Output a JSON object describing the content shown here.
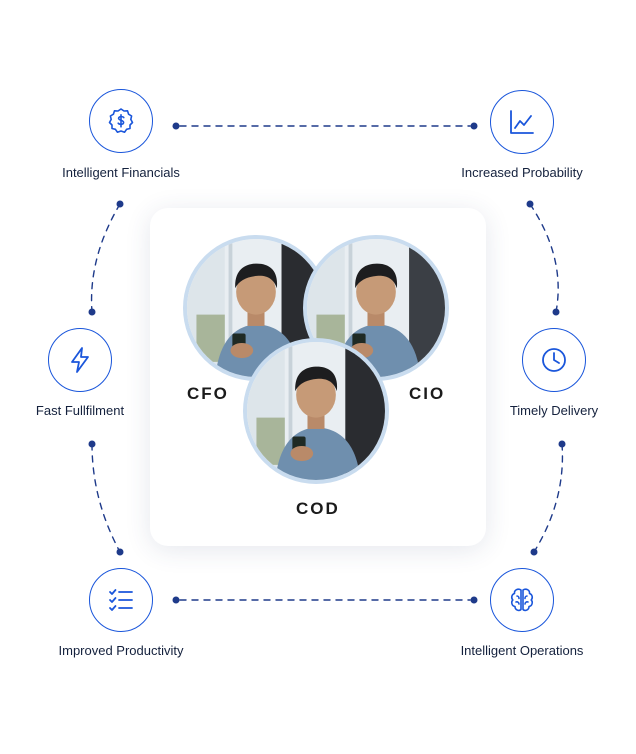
{
  "diagram": {
    "nodes": [
      {
        "id": "intelligent-financials",
        "label": "Intelligent Financials",
        "icon": "dollar-badge-icon"
      },
      {
        "id": "increased-probability",
        "label": "Increased Probability",
        "icon": "line-chart-icon"
      },
      {
        "id": "fast-fulfilment",
        "label": "Fast Fullfilment",
        "icon": "lightning-icon"
      },
      {
        "id": "timely-delivery",
        "label": "Timely Delivery",
        "icon": "clock-icon"
      },
      {
        "id": "improved-productivity",
        "label": "Improved Productivity",
        "icon": "checklist-icon"
      },
      {
        "id": "intelligent-operations",
        "label": "Intelligent Operations",
        "icon": "brain-icon"
      }
    ],
    "roles": [
      {
        "id": "cfo",
        "label": "CFO"
      },
      {
        "id": "cio",
        "label": "CIO"
      },
      {
        "id": "cod",
        "label": "COD"
      }
    ],
    "colors": {
      "accent": "#1a56db",
      "connector": "#1e3a8a",
      "text": "#14213d",
      "portrait_ring": "#c9dcef"
    }
  }
}
